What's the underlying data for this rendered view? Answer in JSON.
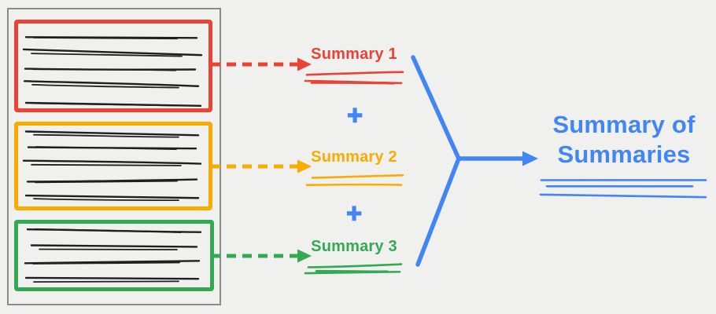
{
  "colors": {
    "background": "#F0F0EF",
    "ink": "#1F1F1F",
    "document_border": "#8A8A8A",
    "red": "#EA4335",
    "orange": "#F9AB00",
    "green": "#34A853",
    "blue": "#4285F4"
  },
  "document": {
    "chunks": [
      {
        "color": "red"
      },
      {
        "color": "orange"
      },
      {
        "color": "green"
      }
    ]
  },
  "summaries": [
    {
      "label": "Summary 1",
      "color": "red"
    },
    {
      "label": "Summary 2",
      "color": "orange"
    },
    {
      "label": "Summary 3",
      "color": "green"
    }
  ],
  "operators": {
    "plus": "+"
  },
  "result": {
    "label": "Summary of Summaries",
    "lines": [
      "Summary of",
      "Summaries"
    ],
    "color": "blue"
  }
}
